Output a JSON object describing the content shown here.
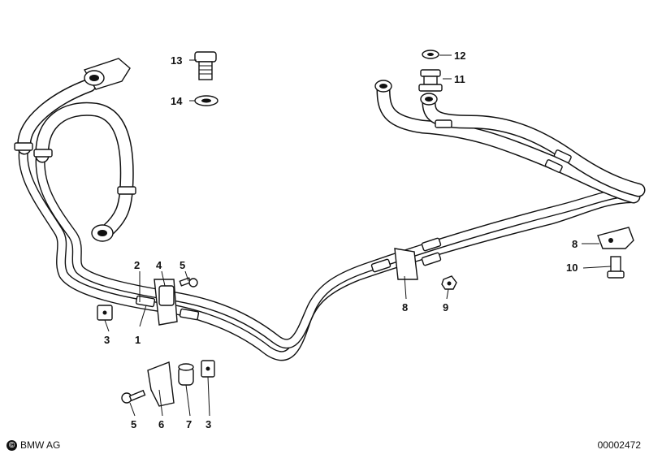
{
  "diagram": {
    "callouts": [
      {
        "id": "c13",
        "label": "13"
      },
      {
        "id": "c14",
        "label": "14"
      },
      {
        "id": "c12",
        "label": "12"
      },
      {
        "id": "c11",
        "label": "11"
      },
      {
        "id": "c2",
        "label": "2"
      },
      {
        "id": "c4",
        "label": "4"
      },
      {
        "id": "c5a",
        "label": "5"
      },
      {
        "id": "c3a",
        "label": "3"
      },
      {
        "id": "c1",
        "label": "1"
      },
      {
        "id": "c8a",
        "label": "8"
      },
      {
        "id": "c9",
        "label": "9"
      },
      {
        "id": "c8b",
        "label": "8"
      },
      {
        "id": "c10",
        "label": "10"
      },
      {
        "id": "c5b",
        "label": "5"
      },
      {
        "id": "c6",
        "label": "6"
      },
      {
        "id": "c7",
        "label": "7"
      },
      {
        "id": "c3b",
        "label": "3"
      }
    ]
  },
  "footer": {
    "copyright_symbol": "©",
    "brand": "BMW AG",
    "drawing_number": "00002472"
  }
}
